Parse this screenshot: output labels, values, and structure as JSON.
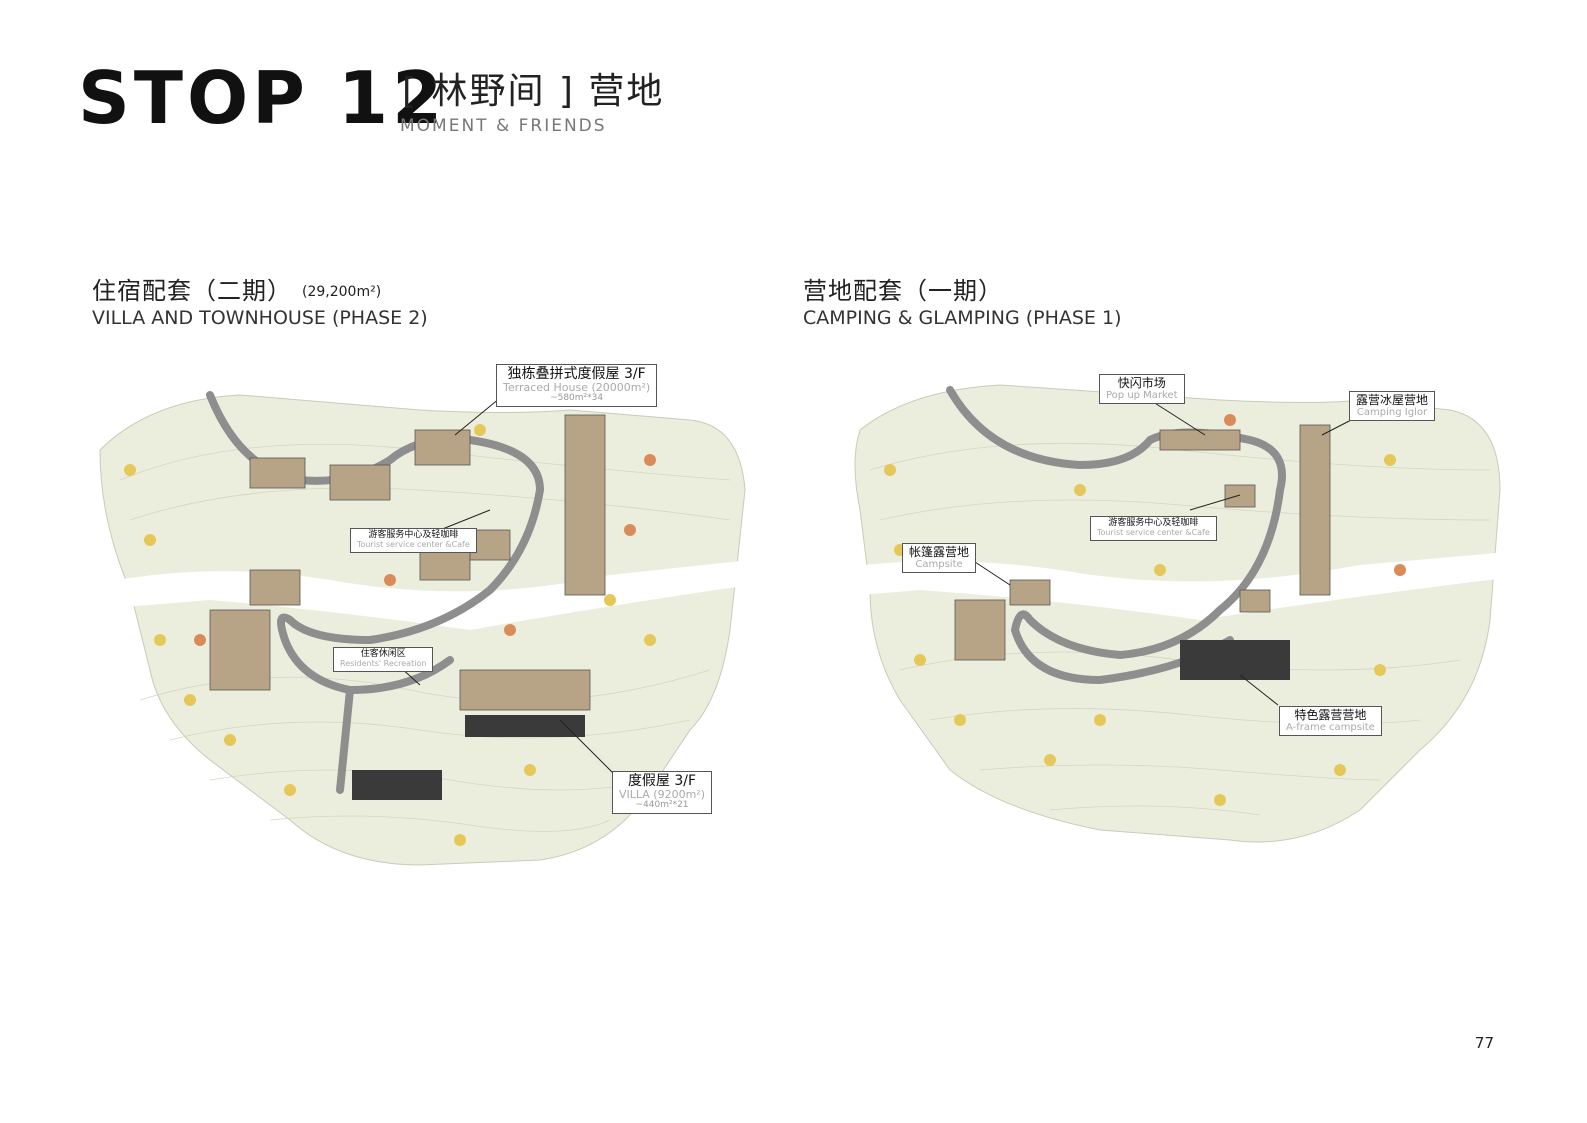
{
  "header": {
    "stop": "STOP 12",
    "title_cn": "[ 林野间 ] 营地",
    "title_en": "MOMENT & FRIENDS"
  },
  "left_section": {
    "title_cn": "住宿配套（二期）",
    "area": "(29,200m²)",
    "title_en": "VILLA AND TOWNHOUSE (PHASE 2)",
    "callouts": {
      "terraced": {
        "cn": "独栋叠拼式度假屋  3/F",
        "en": "Terraced House (20000m²)",
        "sub": "~580m²*34"
      },
      "service": {
        "cn": "游客服务中心及轻咖啡",
        "en": "Tourist service center &Cafe"
      },
      "recreation": {
        "cn": "住客休闲区",
        "en": "Residents' Recreation"
      },
      "villa": {
        "cn": "度假屋  3/F",
        "en": "VILLA (9200m²)",
        "sub": "~440m²*21"
      }
    }
  },
  "right_section": {
    "title_cn": "营地配套（一期）",
    "title_en": "CAMPING & GLAMPING (PHASE 1)",
    "callouts": {
      "popup": {
        "cn": "快闪市场",
        "en": "Pop up Market"
      },
      "igloo": {
        "cn": "露营冰屋营地",
        "en": "Camping Iglor"
      },
      "service": {
        "cn": "游客服务中心及轻咖啡",
        "en": "Tourist service center &Cafe"
      },
      "campsite": {
        "cn": "帐篷露营地",
        "en": "Campsite"
      },
      "aframe": {
        "cn": "特色露营营地",
        "en": "A-frame campsite"
      }
    }
  },
  "page_number": "77",
  "colors": {
    "terrain": "#eceedd",
    "road": "#8e8e8e",
    "tree_yellow": "#e6c85a",
    "tree_orange": "#d98c5a",
    "building_roof": "#b7a386",
    "building_dark": "#3a3a3a"
  }
}
